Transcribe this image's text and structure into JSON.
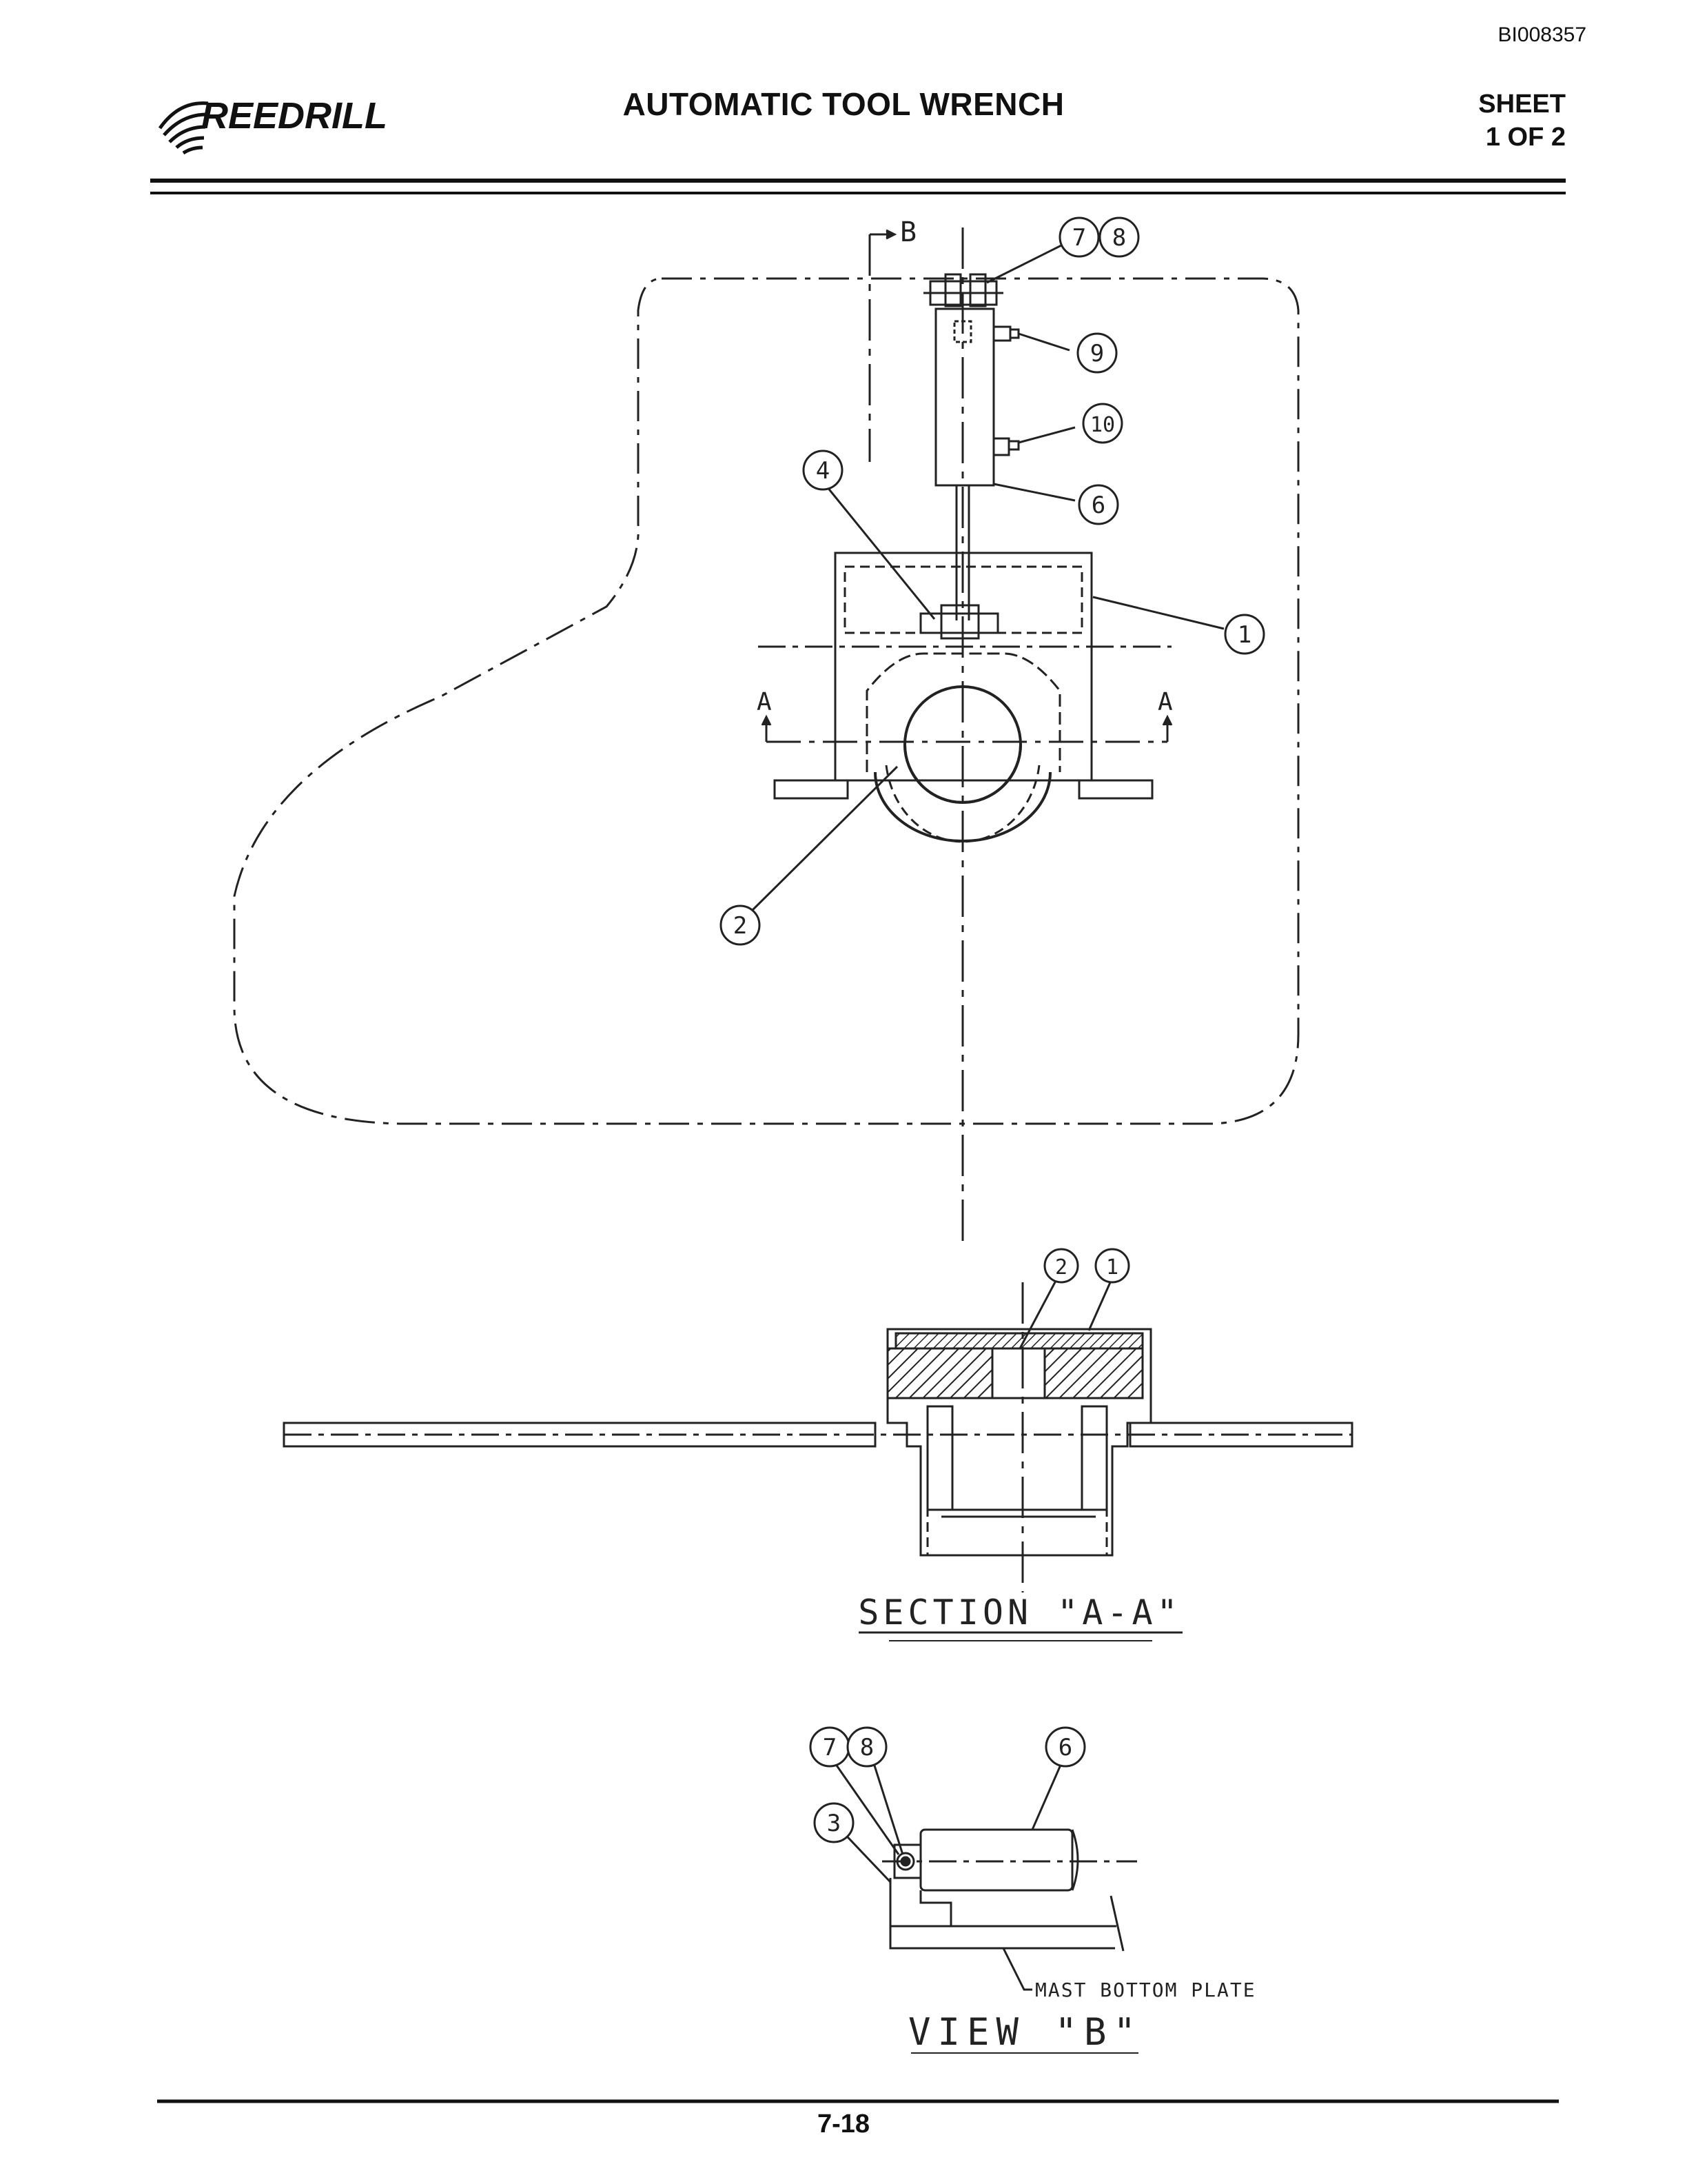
{
  "document_id": "BI008357",
  "brand": {
    "logo_text": "REEDRILL"
  },
  "header": {
    "title": "AUTOMATIC TOOL WRENCH",
    "sheet_label": "SHEET",
    "sheet_number": "1 OF 2"
  },
  "main_view": {
    "section_marker_a": "A",
    "view_marker_b": "B",
    "callouts": [
      "7",
      "8",
      "9",
      "10",
      "4",
      "6",
      "1",
      "2"
    ]
  },
  "section_view": {
    "title": "SECTION \"A-A\"",
    "callouts": [
      "2",
      "1"
    ]
  },
  "view_b": {
    "title": "VIEW \"B\"",
    "callouts": [
      "7",
      "8",
      "6",
      "3"
    ],
    "note": "MAST BOTTOM PLATE"
  },
  "footer": {
    "page_number": "7-18"
  }
}
